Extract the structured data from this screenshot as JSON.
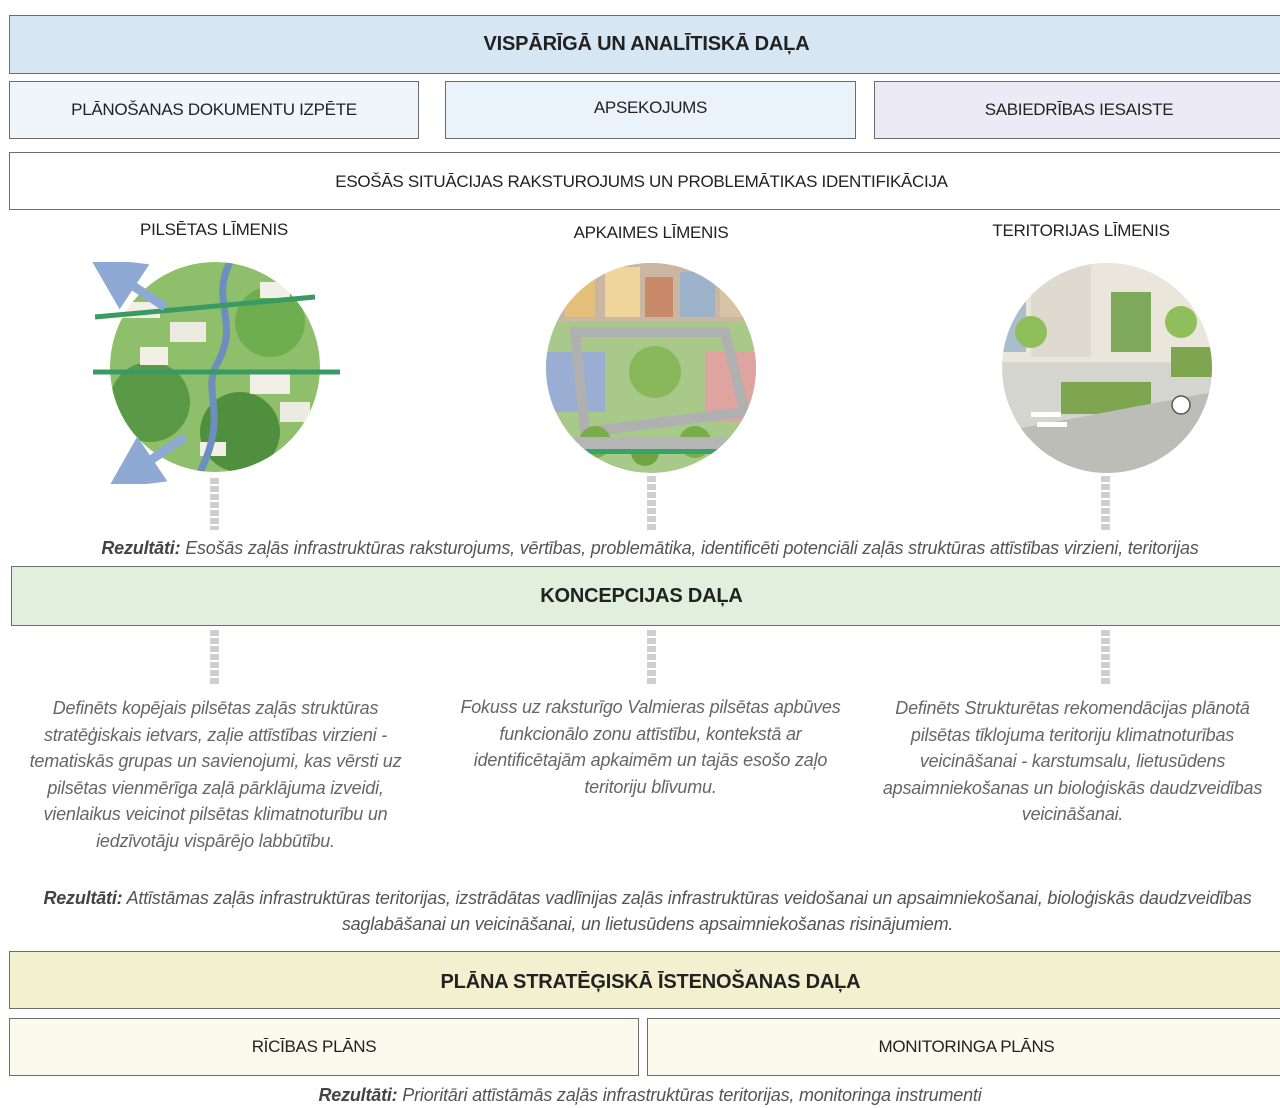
{
  "analytical": {
    "title": "VISPĀRĪGĀ UN ANALĪTISKĀ DAĻA",
    "steps": [
      "PLĀNOŠANAS DOKUMENTU IZPĒTE",
      "APSEKOJUMS",
      "SABIEDRĪBAS IESAISTE"
    ],
    "situation": "ESOŠĀS SITUĀCIJAS RAKSTUROJUMS UN PROBLEMĀTIKAS IDENTIFIKĀCIJA",
    "levels": [
      "PILSĒTAS LĪMENIS",
      "APKAIMES LĪMENIS",
      "TERITORIJAS LĪMENIS"
    ],
    "result_label": "Rezultāti:",
    "result_text": "Esošās zaļās infrastruktūras raksturojums, vērtības, problemātika, identificēti potenciāli zaļās struktūras attīstības virzieni, teritorijas"
  },
  "concept": {
    "title": "KONCEPCIJAS DAĻA",
    "descriptions": [
      "Definēts kopējais pilsētas zaļās struktūras stratēģiskais ietvars, zaļie attīstības virzieni - tematiskās grupas un savienojumi, kas vērsti uz pilsētas vienmērīga zaļā pārklājuma izveidi, vienlaikus veicinot pilsētas klimatnoturību un iedzīvotāju  vispārējo labbūtību.",
      "Fokuss uz raksturīgo Valmieras pilsētas apbūves funkcionālo zonu attīstību, kontekstā ar identificētajām apkaimēm un tajās esošo zaļo teritoriju blīvumu.",
      "Definēts Strukturētas rekomendācijas plānotā pilsētas tīklojuma teritoriju klimatnoturības veicināšanai - karstumsalu,  lietusūdens apsaimniekošanas un bioloģiskās daudzveidības veicināšanai."
    ],
    "result_label": "Rezultāti:",
    "result_text": "Attīstāmas zaļās infrastruktūras teritorijas, izstrādātas vadlīnijas zaļās infrastruktūras veidošanai un apsaimniekošanai, bioloģiskās daudzveidības saglabāšanai un veicināšanai, un lietusūdens apsaimniekošanas risinājumiem."
  },
  "strategic": {
    "title": "PLĀNA STRATĒĢISKĀ ĪSTENOŠANAS DAĻA",
    "plans": [
      "RĪCĪBAS PLĀNS",
      "MONITORINGA PLĀNS"
    ],
    "result_label": "Rezultāti:",
    "result_text": "Prioritāri attīstāmās zaļās infrastruktūras teritorijas, monitoringa instrumenti"
  },
  "colors": {
    "analytical_header": "#d6e6f2",
    "step_1": "#eef6fb",
    "step_2": "#eaf3f9",
    "step_3": "#eceaf4",
    "concept_header": "#e1f0dc",
    "strategic_header": "#f3f0d0",
    "strategic_plans": "#fbfaec",
    "connector": "#cfcfcf",
    "corridor_green": "#3a9a63",
    "flow_arrow": "#8ea9d4"
  },
  "icons": [
    "city-greenery-illustration",
    "neighbourhood-illustration",
    "territory-street-illustration"
  ]
}
